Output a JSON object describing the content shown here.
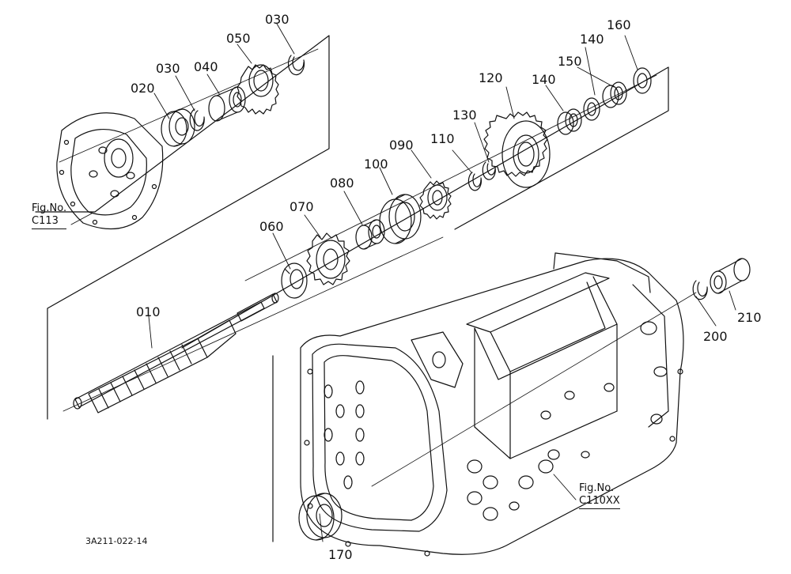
{
  "diagram": {
    "drawing_code": "3A211-022-14",
    "part_labels": {
      "p010": "010",
      "p020": "020",
      "p030a": "030",
      "p030b": "030",
      "p040": "040",
      "p050": "050",
      "p060": "060",
      "p070": "070",
      "p080": "080",
      "p090": "090",
      "p100": "100",
      "p110": "110",
      "p120": "120",
      "p130": "130",
      "p140a": "140",
      "p140b": "140",
      "p150": "150",
      "p160": "160",
      "p170": "170",
      "p200": "200",
      "p210": "210"
    },
    "figure_refs": {
      "c113": {
        "line1": "Fig.No.",
        "line2": "C113"
      },
      "c110xx": {
        "line1": "Fig.No.",
        "line2": "C110XX"
      }
    },
    "colors": {
      "ink": "#111111",
      "paper": "#ffffff"
    }
  }
}
